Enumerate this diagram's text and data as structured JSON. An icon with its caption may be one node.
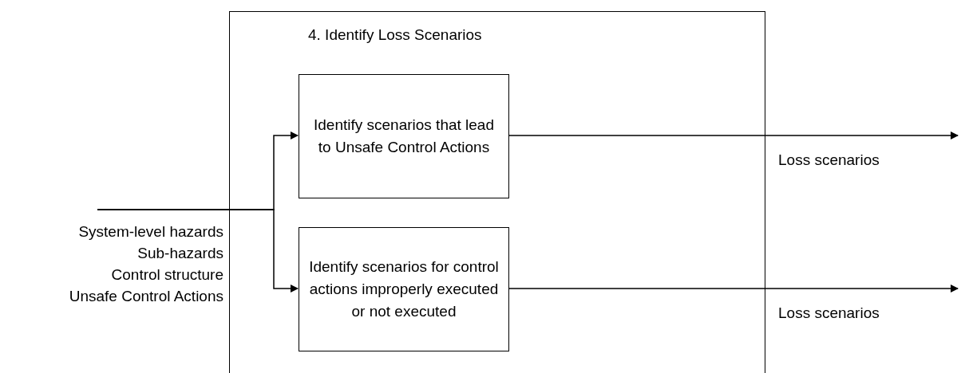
{
  "diagram": {
    "nodes": [
      {
        "text": [
          "4. Identify Loss Scenarios"
        ]
      },
      {
        "text": [
          "Identify scenarios that lead to Unsafe Control Actions"
        ],
        "in": 0
      },
      {
        "text": [
          "Identify scenarios for control actions improperly executed or not executed"
        ],
        "in": 0
      },
      {
        "text": [
          "System-level hazards",
          "Sub-hazards",
          "Control structure",
          "Unsafe Control Actions"
        ]
      }
    ],
    "edges": [
      {
        "from": 3,
        "to": 1,
        "arrow": "to"
      },
      {
        "from": 3,
        "to": 2,
        "arrow": "to"
      },
      {
        "from": 1,
        "to": null,
        "arrow": "to",
        "label": "Loss scenarios"
      },
      {
        "from": 2,
        "to": null,
        "arrow": "to",
        "label": "Loss scenarios"
      }
    ]
  }
}
